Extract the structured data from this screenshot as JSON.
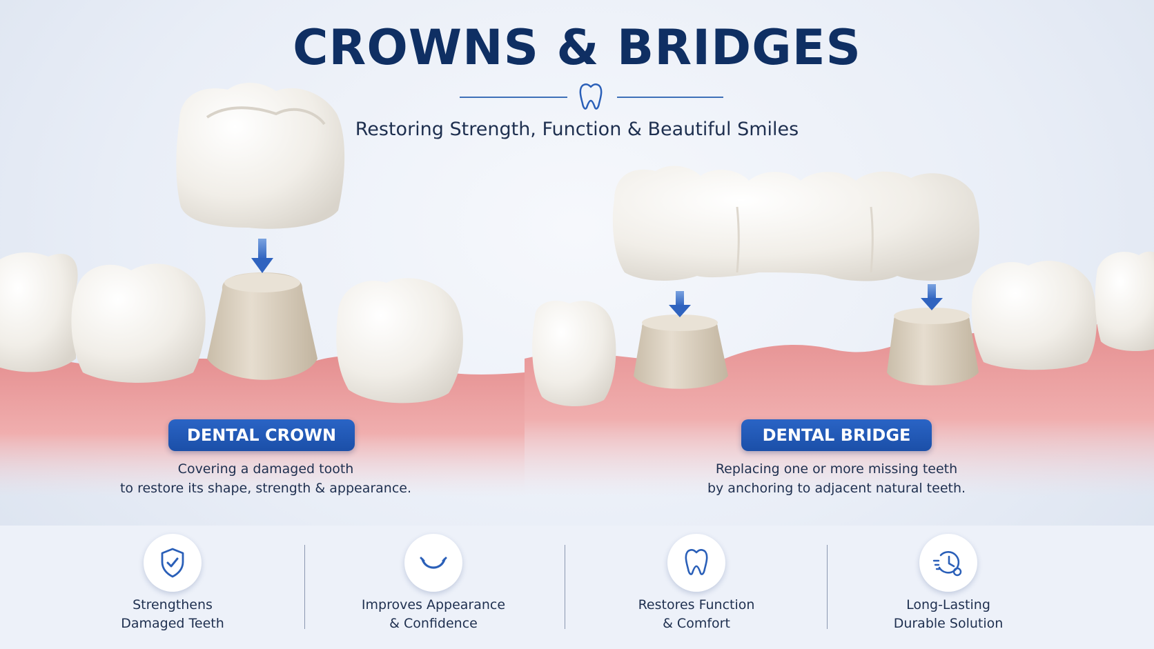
{
  "header": {
    "title": "CROWNS & BRIDGES",
    "subtitle": "Restoring Strength, Function & Beautiful Smiles"
  },
  "crown": {
    "label": "DENTAL CROWN",
    "desc_line1": "Covering a damaged tooth",
    "desc_line2": "to restore its shape, strength & appearance."
  },
  "bridge": {
    "label": "DENTAL BRIDGE",
    "desc_line1": "Replacing one or more missing teeth",
    "desc_line2": "by anchoring to adjacent natural teeth."
  },
  "features": [
    {
      "line1": "Strengthens",
      "line2": "Damaged Teeth",
      "icon": "shield-check-icon"
    },
    {
      "line1": "Improves Appearance",
      "line2": "& Confidence",
      "icon": "smile-icon"
    },
    {
      "line1": "Restores Function",
      "line2": "& Comfort",
      "icon": "tooth-icon"
    },
    {
      "line1": "Long-Lasting",
      "line2": "Durable Solution",
      "icon": "clock-history-icon"
    }
  ],
  "colors": {
    "title": "#0f2f63",
    "accent": "#1b4fa8",
    "gum": "#e9a1a0",
    "enamel": "#f4f2ee",
    "abutment": "#d8cdbb"
  }
}
